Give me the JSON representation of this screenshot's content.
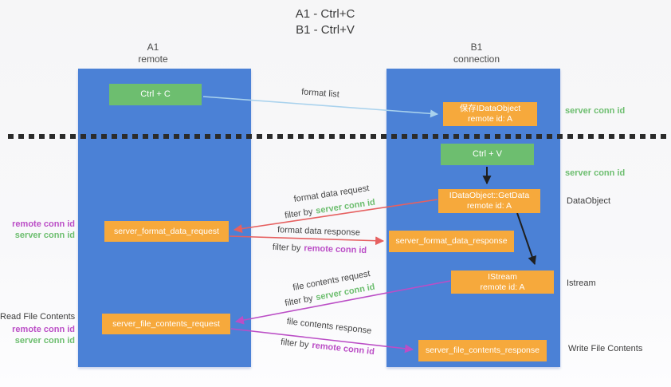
{
  "title": {
    "line1": "A1 - Ctrl+C",
    "line2": "B1 - Ctrl+V"
  },
  "columns": {
    "left": {
      "name": "A1",
      "role": "remote"
    },
    "right": {
      "name": "B1",
      "role": "connection"
    }
  },
  "nodes": {
    "ctrl_c": {
      "label": "Ctrl + C"
    },
    "ctrl_v": {
      "label": "Ctrl + V"
    },
    "save_dataobject": {
      "line1": "保存IDataObject",
      "line2": "remote id: A"
    },
    "getdata": {
      "line1": "IDataObject::GetData",
      "line2": "remote id: A"
    },
    "istream": {
      "line1": "IStream",
      "line2": "remote id: A"
    },
    "format_request": {
      "label": "server_format_data_request"
    },
    "format_response": {
      "label": "server_format_data_response"
    },
    "file_request": {
      "label": "server_file_contents_request"
    },
    "file_response": {
      "label": "server_file_contents_response"
    }
  },
  "arrow_labels": {
    "format_list": "format list",
    "format_data_request": "format data request",
    "format_data_response": "format data response",
    "file_contents_request": "file contents request",
    "file_contents_response": "file contents response",
    "filter_by": "filter by",
    "server_conn_id": "server conn id",
    "remote_conn_id": "remote conn id"
  },
  "side_labels": {
    "server_conn_id_top": "server conn id",
    "server_conn_id_mid": "server conn id",
    "dataobject": "DataObject",
    "istream": "Istream",
    "write_file_contents": "Write File Contents",
    "read_file_contents": "Read File Contents",
    "remote_conn_id_format": "remote conn id",
    "server_conn_id_format": "server conn id",
    "remote_conn_id_file": "remote conn id",
    "server_conn_id_file": "server conn id"
  },
  "colors": {
    "column-blue": "#4b81d6",
    "green": "#6dbe6f",
    "orange": "#f6a93c",
    "red": "#e66060",
    "magenta": "#bb4ec6",
    "light-blue": "#a9d2ed",
    "ink": "#3c3c3c",
    "dash": "#2b2b2b"
  }
}
